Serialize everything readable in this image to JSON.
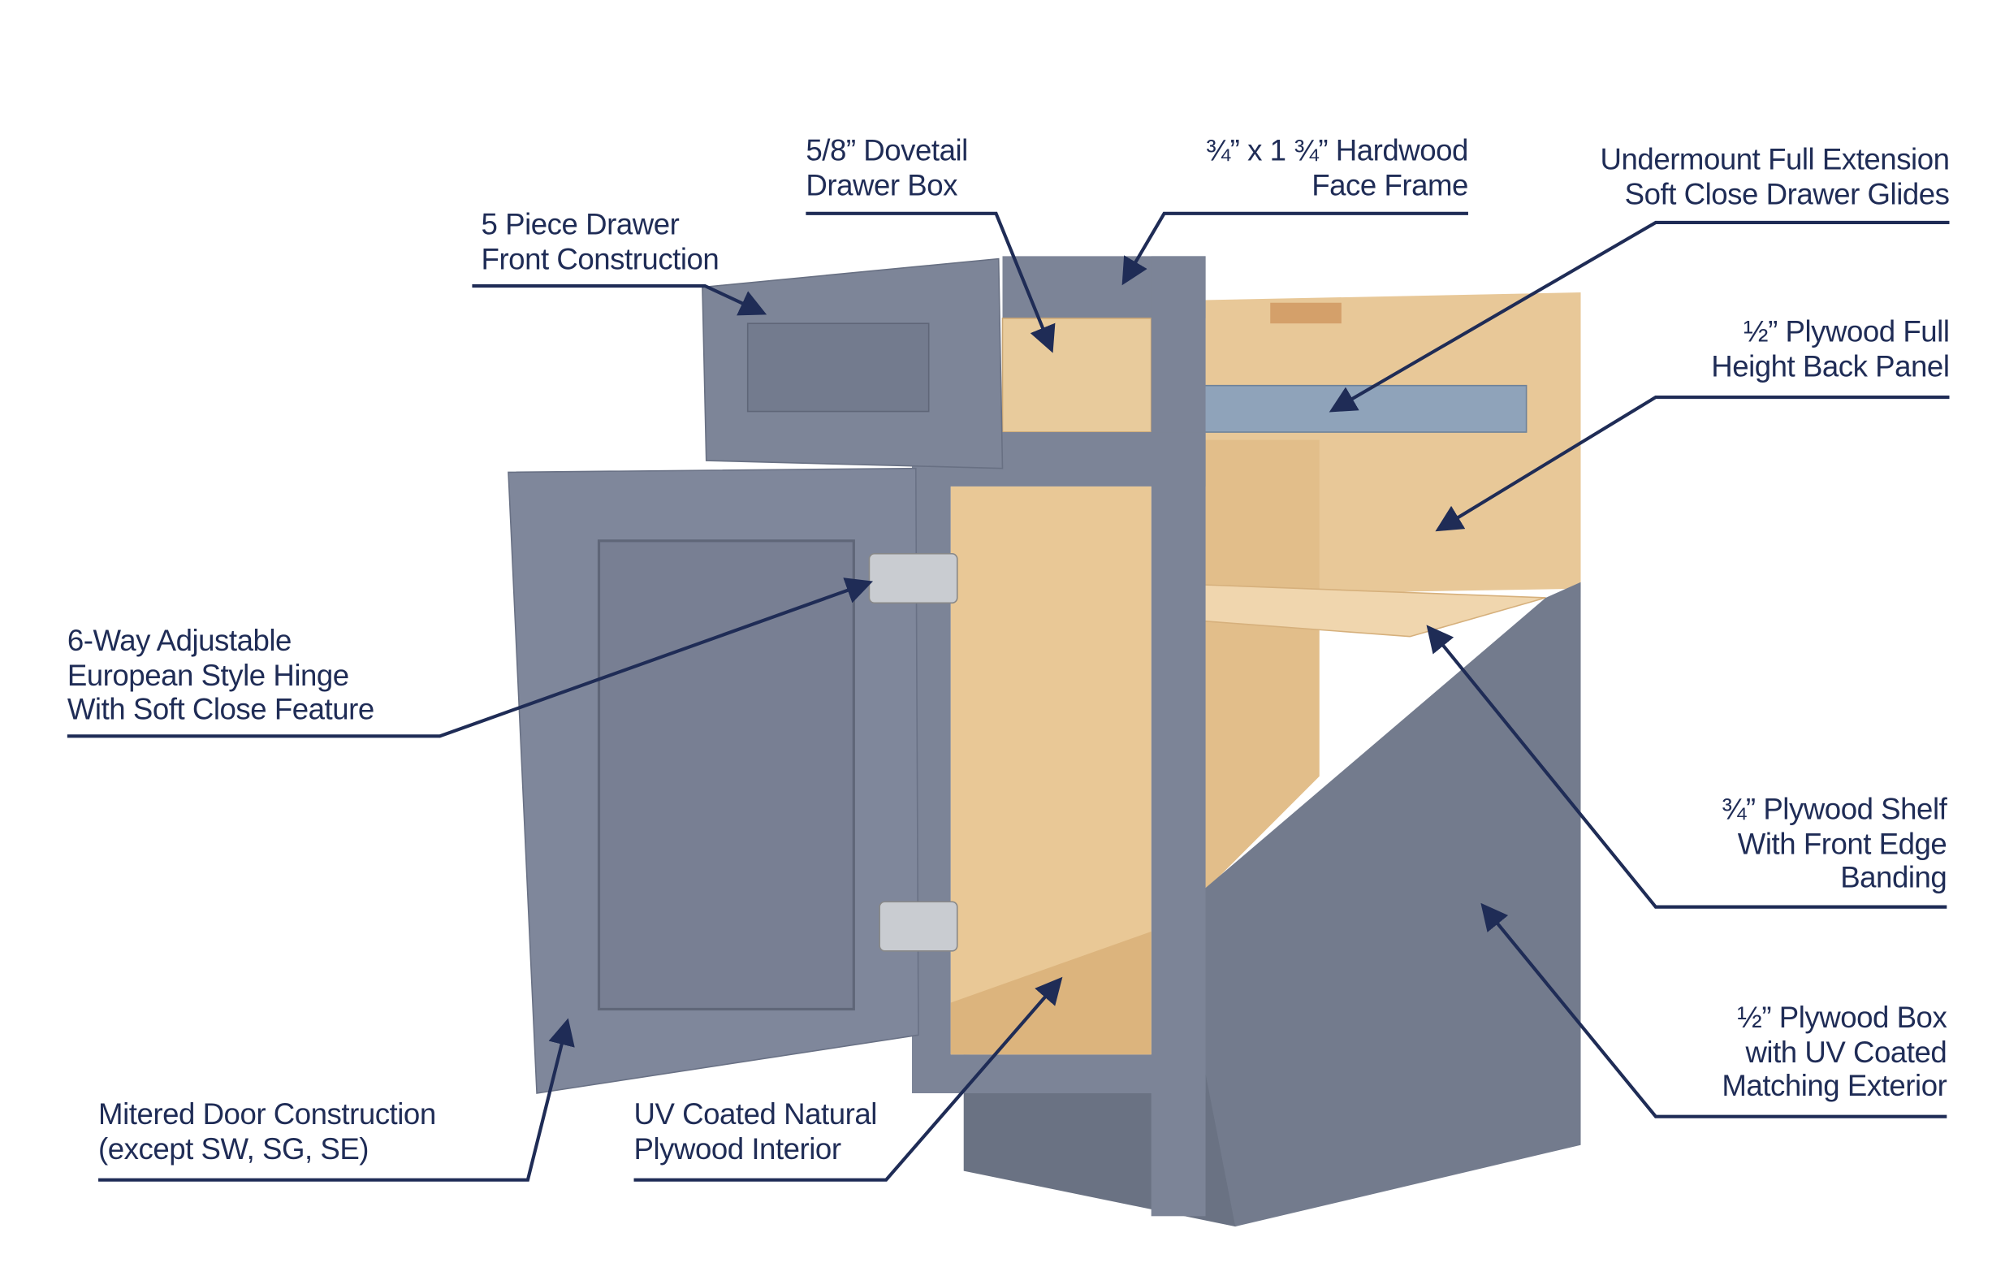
{
  "colors": {
    "callout": "#1f2c56",
    "cabinet_gray": "#727a8c",
    "wood": "#e5c595"
  },
  "callouts": {
    "drawer_front": {
      "lines": [
        "5 Piece Drawer",
        "Front Construction"
      ]
    },
    "drawer_box": {
      "lines": [
        "5/8” Dovetail",
        "Drawer Box"
      ]
    },
    "face_frame": {
      "lines": [
        "¾” x 1 ¾” Hardwood",
        "Face Frame"
      ]
    },
    "glides": {
      "lines": [
        "Undermount Full Extension",
        "Soft Close Drawer Glides"
      ]
    },
    "back_panel": {
      "lines": [
        "½” Plywood Full",
        "Height Back Panel"
      ]
    },
    "hinge": {
      "lines": [
        "6-Way Adjustable",
        "European Style Hinge",
        "With Soft Close Feature"
      ]
    },
    "shelf": {
      "lines": [
        "¾” Plywood Shelf",
        "With Front Edge",
        "Banding"
      ]
    },
    "box": {
      "lines": [
        "½” Plywood Box",
        "with UV Coated",
        "Matching Exterior"
      ]
    },
    "door": {
      "lines": [
        "Mitered Door Construction",
        "(except SW, SG, SE)"
      ]
    },
    "interior": {
      "lines": [
        "UV Coated Natural",
        "Plywood Interior"
      ]
    }
  }
}
